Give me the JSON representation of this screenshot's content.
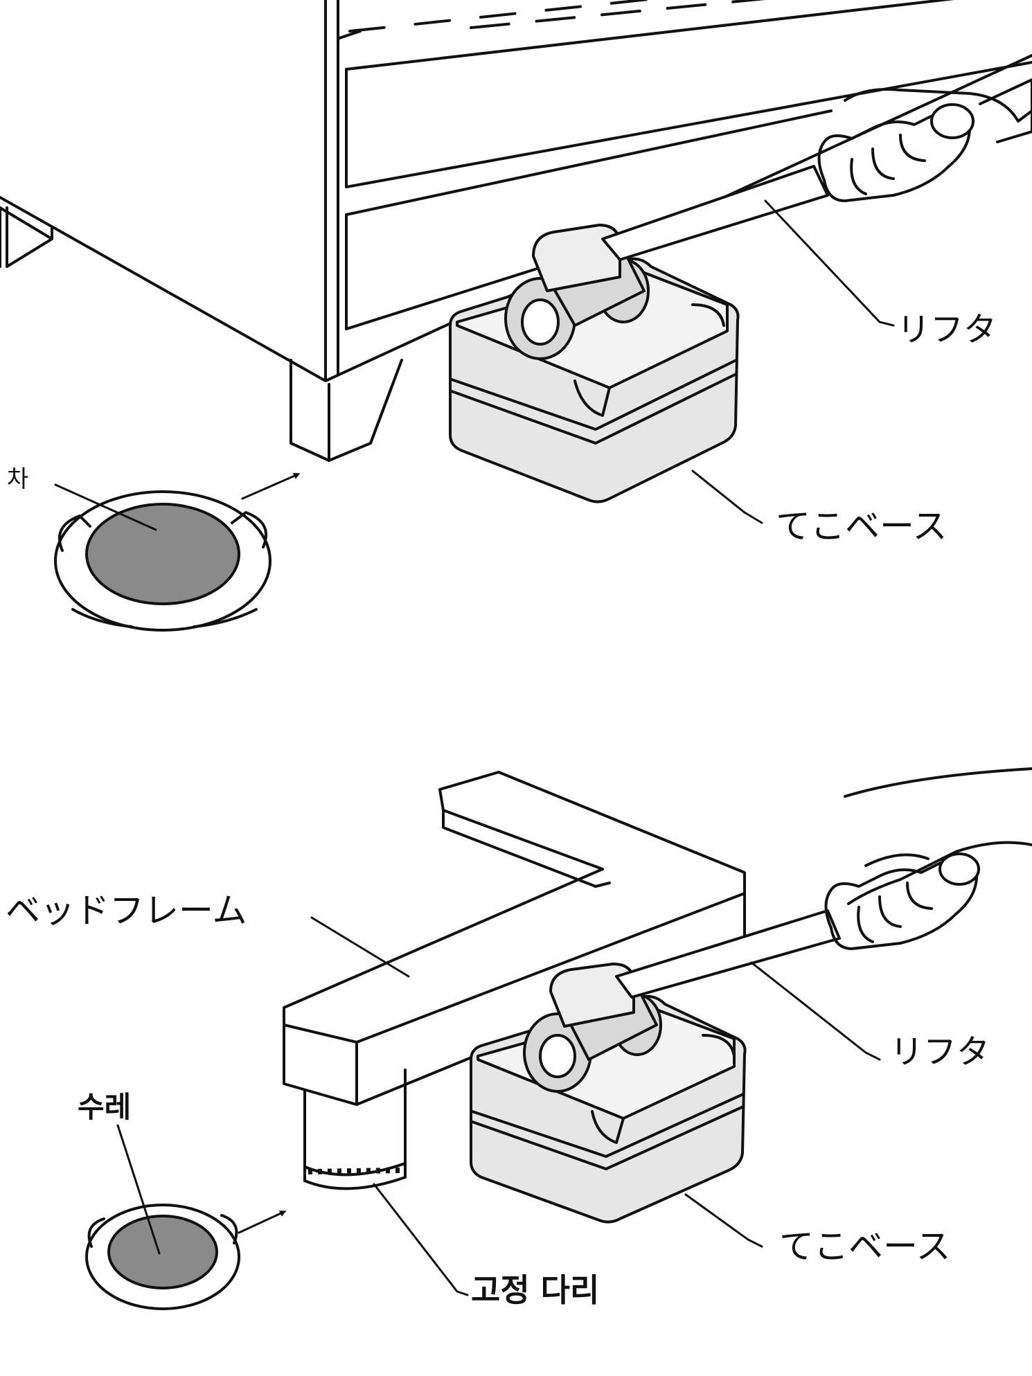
{
  "labels": {
    "top_lifter": "リフタ",
    "top_base": "てこベース",
    "top_caster": "차",
    "bed_frame": "ベッドフレーム",
    "bottom_lifter": "リフタ",
    "bottom_base": "てこベース",
    "bottom_caster": "수레",
    "fixed_leg": "고정 다리"
  },
  "colors": {
    "line": "#111111",
    "base_fill": "#e6e6e6",
    "wheel_fill": "#d8d8d8",
    "caster_pad": "#8a8a8a"
  }
}
